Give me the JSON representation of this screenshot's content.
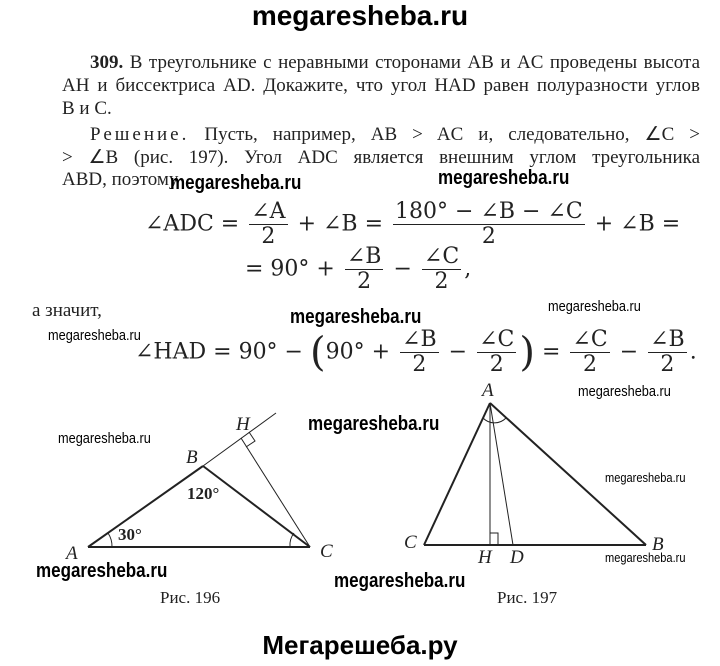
{
  "site_title": "megaresheba.ru",
  "problem": {
    "number": "309.",
    "lines": [
      "В треугольнике с неравными сторонами AB и AC проведены высота",
      "AH и биссектриса AD. Докажите, что угол HAD равен полуразности углов",
      "B и C."
    ]
  },
  "solution": {
    "label": "Решение.",
    "lines": [
      "Пусть, например, AB > AC и, следовательно, ∠C >",
      "> ∠B (рис. 197). Угол ADC является внешним углом треугольника",
      "ABD, поэтому"
    ],
    "formula1": {
      "lhs": "∠ADC =",
      "f1_num": "∠A",
      "f1_den": "2",
      "mid": "+ ∠B =",
      "f2_num": "180° − ∠B − ∠C",
      "f2_den": "2",
      "end": "+ ∠B ="
    },
    "formula2": {
      "start": "= 90° +",
      "f1_num": "∠B",
      "f1_den": "2",
      "mid": "−",
      "f2_num": "∠C",
      "f2_den": "2",
      "end": ","
    },
    "connector": "а значит,",
    "formula3": {
      "lhs": "∠HAD = 90° −",
      "open": "(",
      "inner": "90° +",
      "f1_num": "∠B",
      "f1_den": "2",
      "minus": "−",
      "f2_num": "∠C",
      "f2_den": "2",
      "close": ")",
      "eq": "=",
      "f3_num": "∠C",
      "f3_den": "2",
      "minus2": "−",
      "f4_num": "∠B",
      "f4_den": "2",
      "end": "."
    }
  },
  "figures": {
    "fig196": {
      "caption": "Рис. 196",
      "labels": {
        "A": "A",
        "B": "B",
        "C": "C",
        "H": "H"
      },
      "angle_A": "30°",
      "angle_B": "120°"
    },
    "fig197": {
      "caption": "Рис. 197",
      "labels": {
        "A": "A",
        "B": "B",
        "C": "C",
        "H": "H",
        "D": "D"
      }
    }
  },
  "watermark": "megaresheba.ru",
  "footer": "Мегарешеба.ру"
}
